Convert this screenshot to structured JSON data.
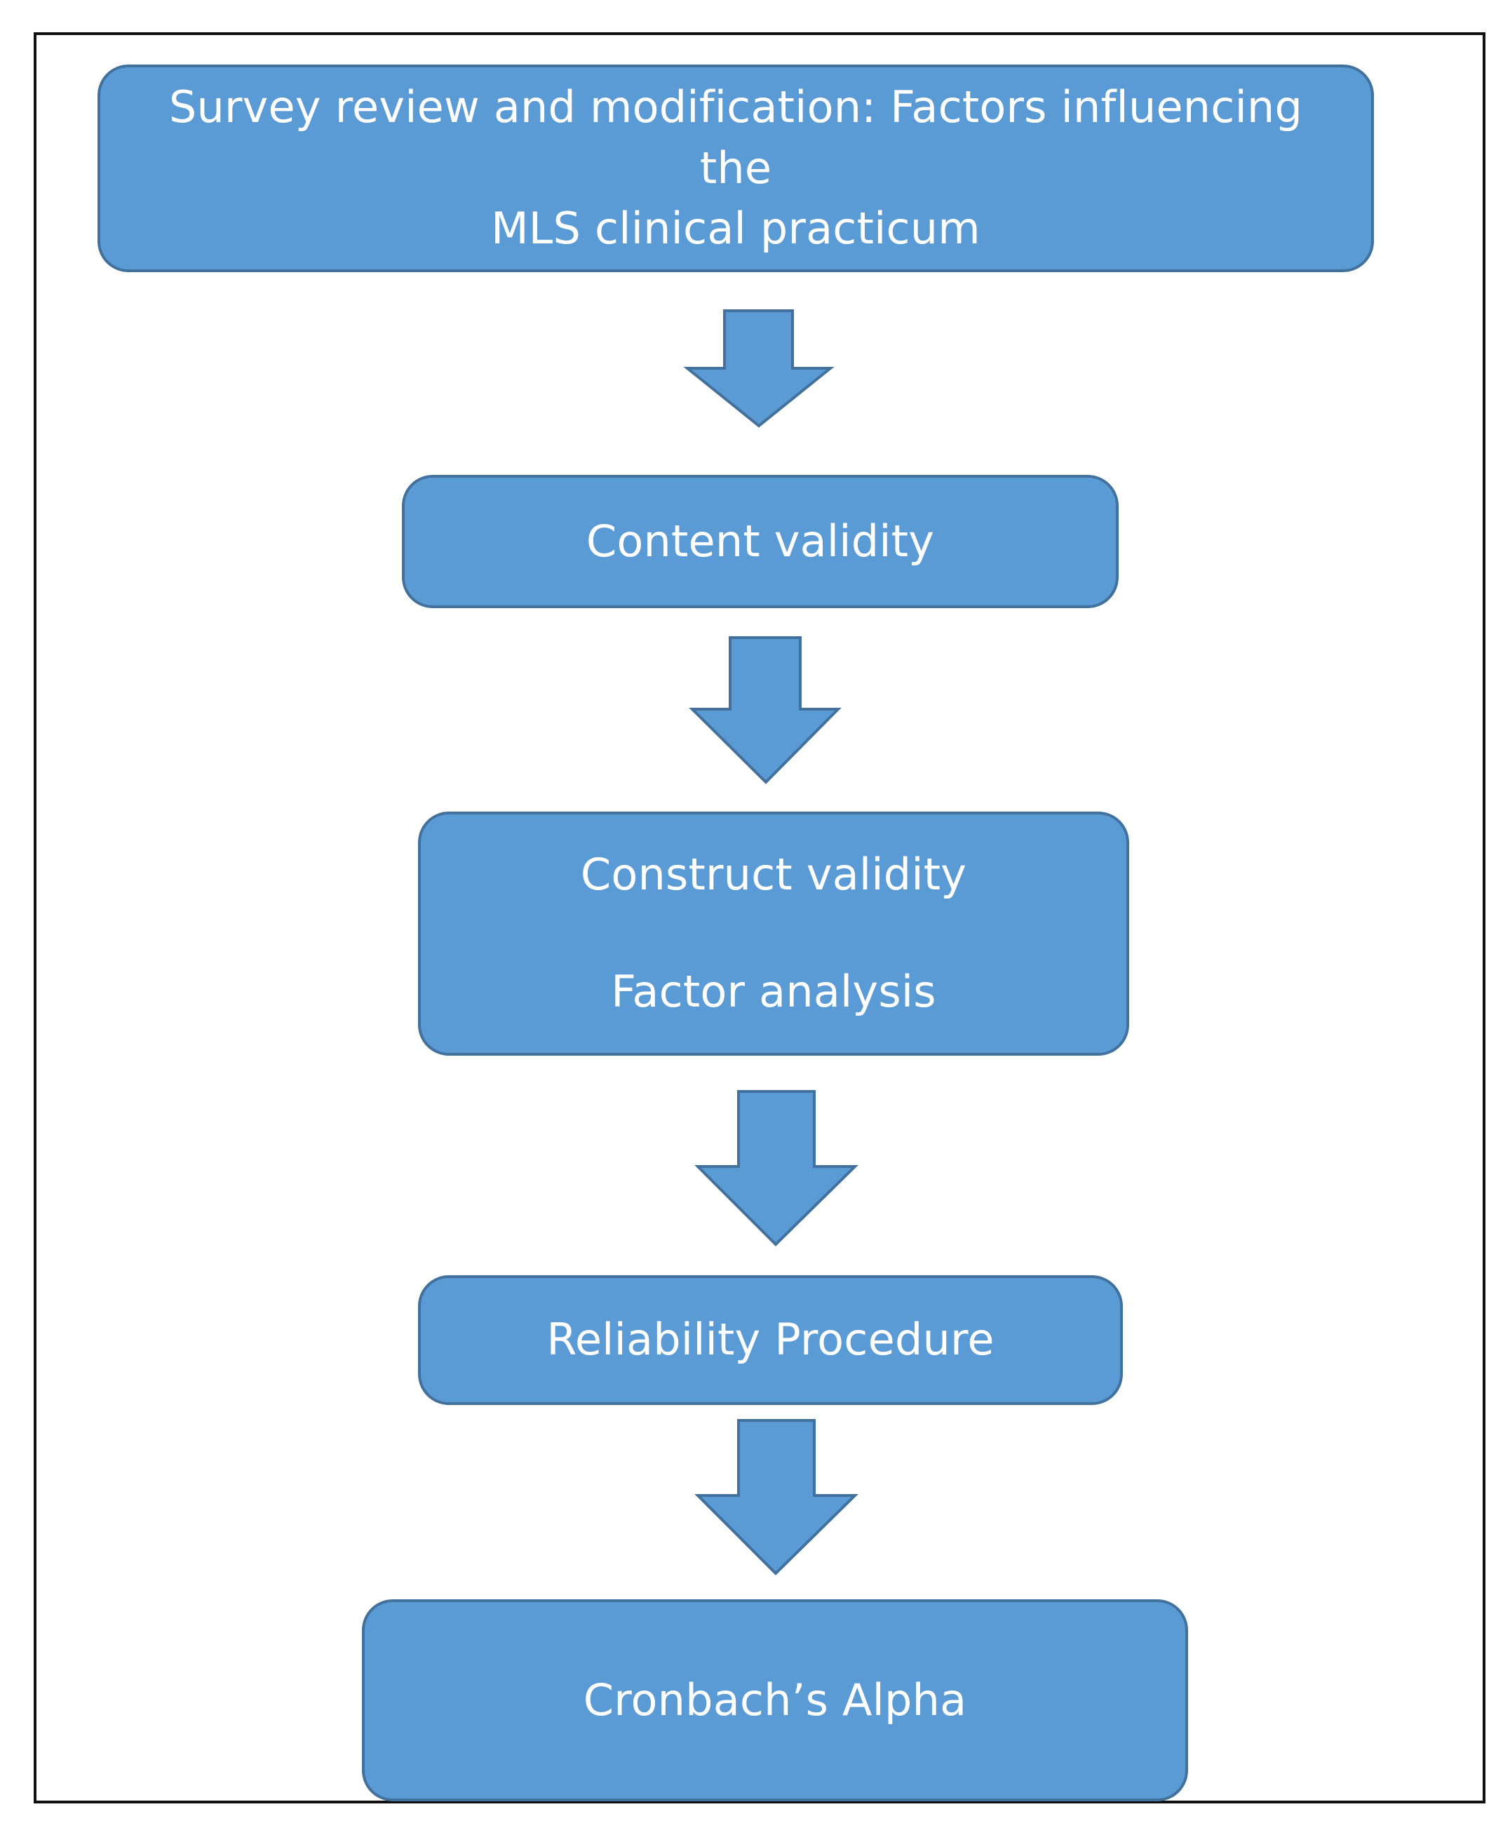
{
  "flowchart": {
    "steps": [
      {
        "lines": [
          "Survey review and modification: Factors influencing the",
          "MLS clinical practicum"
        ]
      },
      {
        "lines": [
          "Content validity"
        ]
      },
      {
        "lines": [
          "Construct validity",
          "Factor analysis"
        ]
      },
      {
        "lines": [
          "Reliability Procedure"
        ]
      },
      {
        "lines": [
          "Cronbach’s Alpha"
        ]
      }
    ],
    "colors": {
      "box_fill": "#5b9bd5",
      "box_border": "#41719c",
      "text": "#ffffff",
      "frame": "#111111"
    }
  }
}
